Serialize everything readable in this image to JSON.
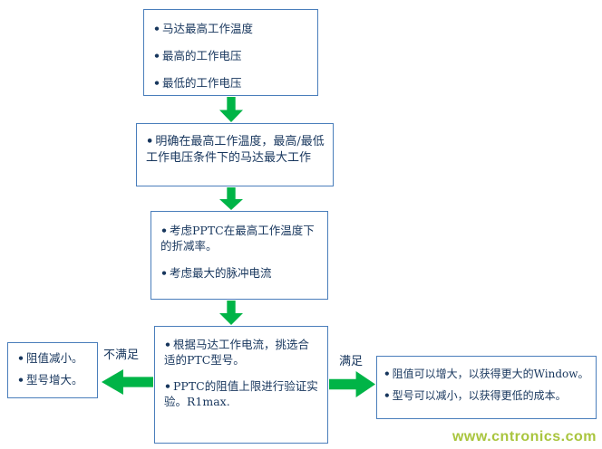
{
  "boxes": {
    "inputs": {
      "items": [
        "马达最高工作温度",
        "最高的工作电压",
        "最低的工作电压"
      ]
    },
    "max_current": {
      "text": "明确在最高工作温度，最高/最低工作电压条件下的马达最大工作"
    },
    "derating": {
      "items": [
        "考虑PPTC在最高工作温度下的折减率。",
        "考虑最大的脉冲电流"
      ]
    },
    "select": {
      "items": [
        "根据马达工作电流，挑选合适的PTC型号。",
        "PPTC的阻值上限进行验证实验。R1max."
      ]
    },
    "not_satisfied": {
      "items": [
        "阻值减小。",
        "型号增大。"
      ]
    },
    "satisfied": {
      "items": [
        "阻值可以增大，以获得更大的Window。",
        "型号可以减小，以获得更低的成本。"
      ]
    }
  },
  "labels": {
    "not_satisfied": "不满足",
    "satisfied": "满足"
  },
  "watermark": "www.cntronics.com",
  "colors": {
    "box_border": "#4a7ebb",
    "text": "#17365d",
    "arrow": "#00b447",
    "watermark": "#a9c53e"
  }
}
